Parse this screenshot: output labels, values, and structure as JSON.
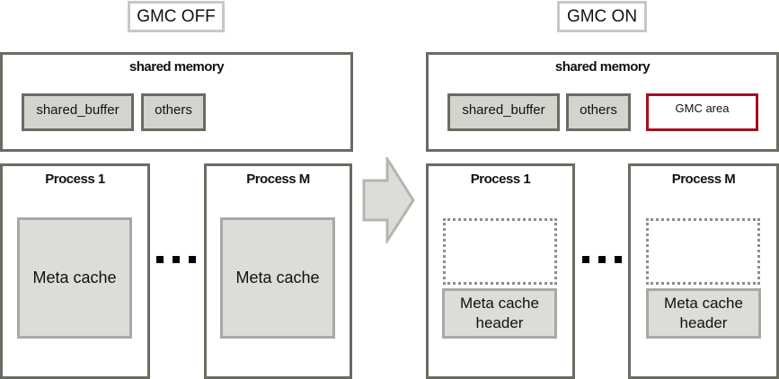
{
  "panels": {
    "off": {
      "label": "GMC OFF",
      "shared_memory": {
        "title": "shared memory",
        "items": [
          "shared_buffer",
          "others"
        ]
      },
      "processes": [
        {
          "title": "Process 1",
          "cache_label": "Meta cache"
        },
        {
          "title": "Process M",
          "cache_label": "Meta cache"
        }
      ]
    },
    "on": {
      "label": "GMC ON",
      "shared_memory": {
        "title": "shared memory",
        "items": [
          "shared_buffer",
          "others"
        ],
        "gmc_area": "GMC area"
      },
      "processes": [
        {
          "title": "Process 1",
          "cache_label": "Meta cache header"
        },
        {
          "title": "Process M",
          "cache_label": "Meta cache header"
        }
      ]
    }
  },
  "icons": {
    "transition": "right-arrow-icon",
    "ellipsis": "ellipsis-icon"
  },
  "colors": {
    "frame_border": "#6b6b62",
    "chip_fill": "#d4d4cf",
    "cache_fill": "#dcdcd8",
    "gmc_area_border": "#a50f20",
    "arrow_fill": "#dcdcd8",
    "arrow_border": "#b5b5ae"
  }
}
